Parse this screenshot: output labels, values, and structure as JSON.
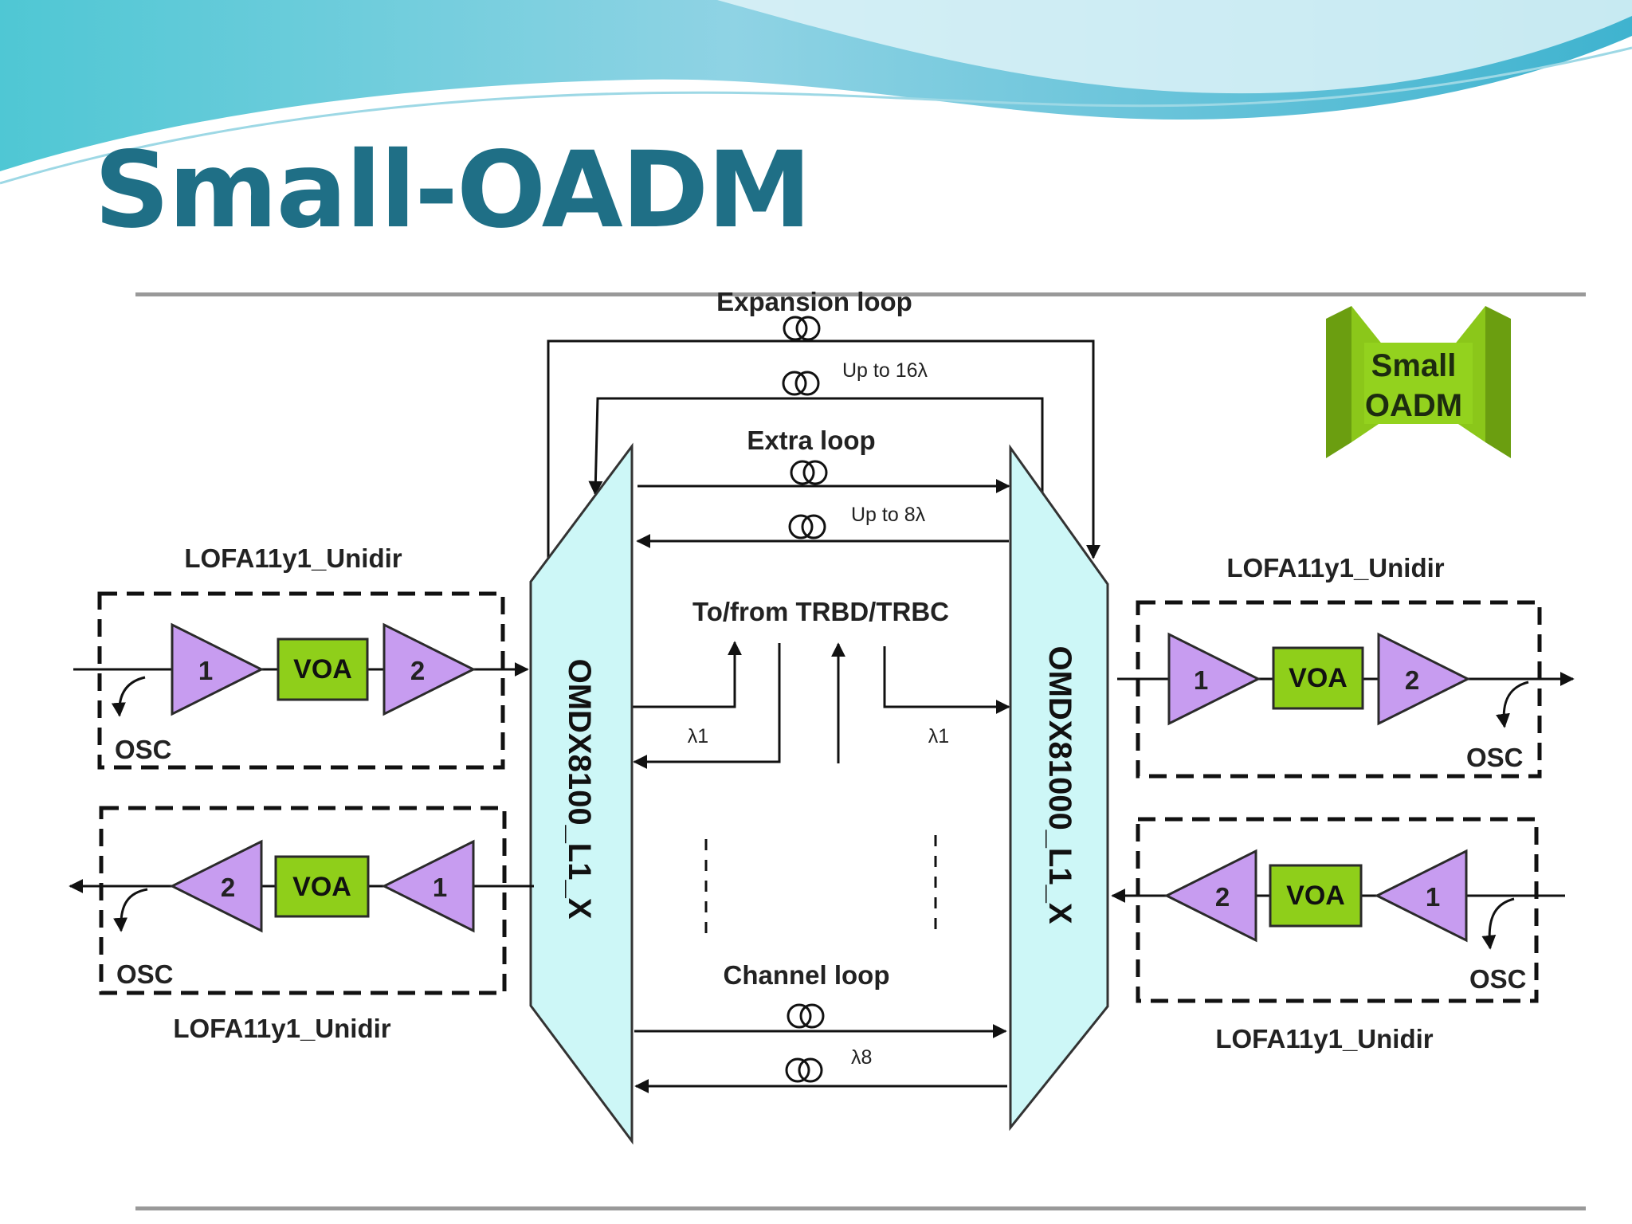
{
  "slide": {
    "title": "Small-OADM"
  },
  "diagram": {
    "badge": {
      "line1": "Small",
      "line2": "OADM"
    },
    "loops": {
      "expansion": "Expansion loop",
      "up_to_16": "Up to 16λ",
      "extra": "Extra loop",
      "up_to_8": "Up to 8λ",
      "trbd": "To/from TRBD/TRBC",
      "lambda1_left": "λ1",
      "lambda1_right": "λ1",
      "channel": "Channel loop",
      "lambda8": "λ8"
    },
    "mux_left": "OMDX8100_L1_X",
    "mux_right": "OMDX81000_L1_X",
    "lofa": {
      "top_left": "LOFA11y1_Unidir",
      "bottom_left": "LOFA11y1_Unidir",
      "top_right": "LOFA11y1_Unidir",
      "bottom_right": "LOFA11y1_Unidir"
    },
    "amp": {
      "stage1": "1",
      "stage2": "2",
      "voa": "VOA",
      "osc": "OSC"
    },
    "colors": {
      "amplifier": "#c79cf0",
      "voa": "#8fcf1a",
      "mux": "#cdf7f7",
      "title": "#1f6f86"
    }
  }
}
